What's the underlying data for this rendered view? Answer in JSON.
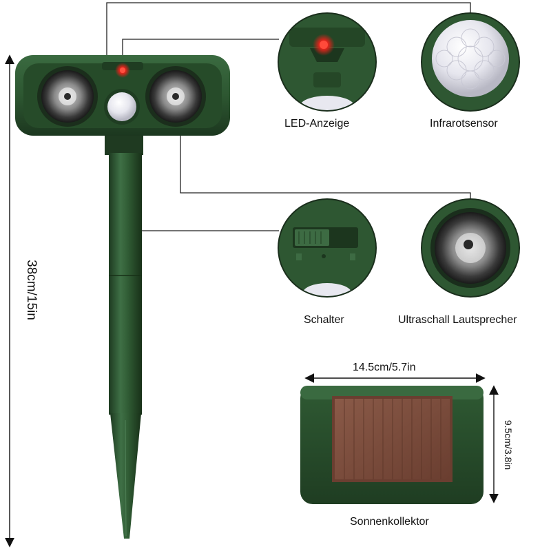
{
  "callouts": {
    "led": "LED-Anzeige",
    "infrared": "Infrarotsensor",
    "switch": "Schalter",
    "ultrasonic": "Ultraschall Lautsprecher",
    "solar": "Sonnenkollektor"
  },
  "dimensions": {
    "height": "38cm/15in",
    "panel_width": "14.5cm/5.7in",
    "panel_height": "9.5cm/3.8in"
  },
  "colors": {
    "housing_green": "#2f5a33",
    "dark_green": "#1f3d22",
    "led_red": "#e0241b",
    "solar_brown": "#7a4a3a",
    "callout_line": "#222222"
  }
}
